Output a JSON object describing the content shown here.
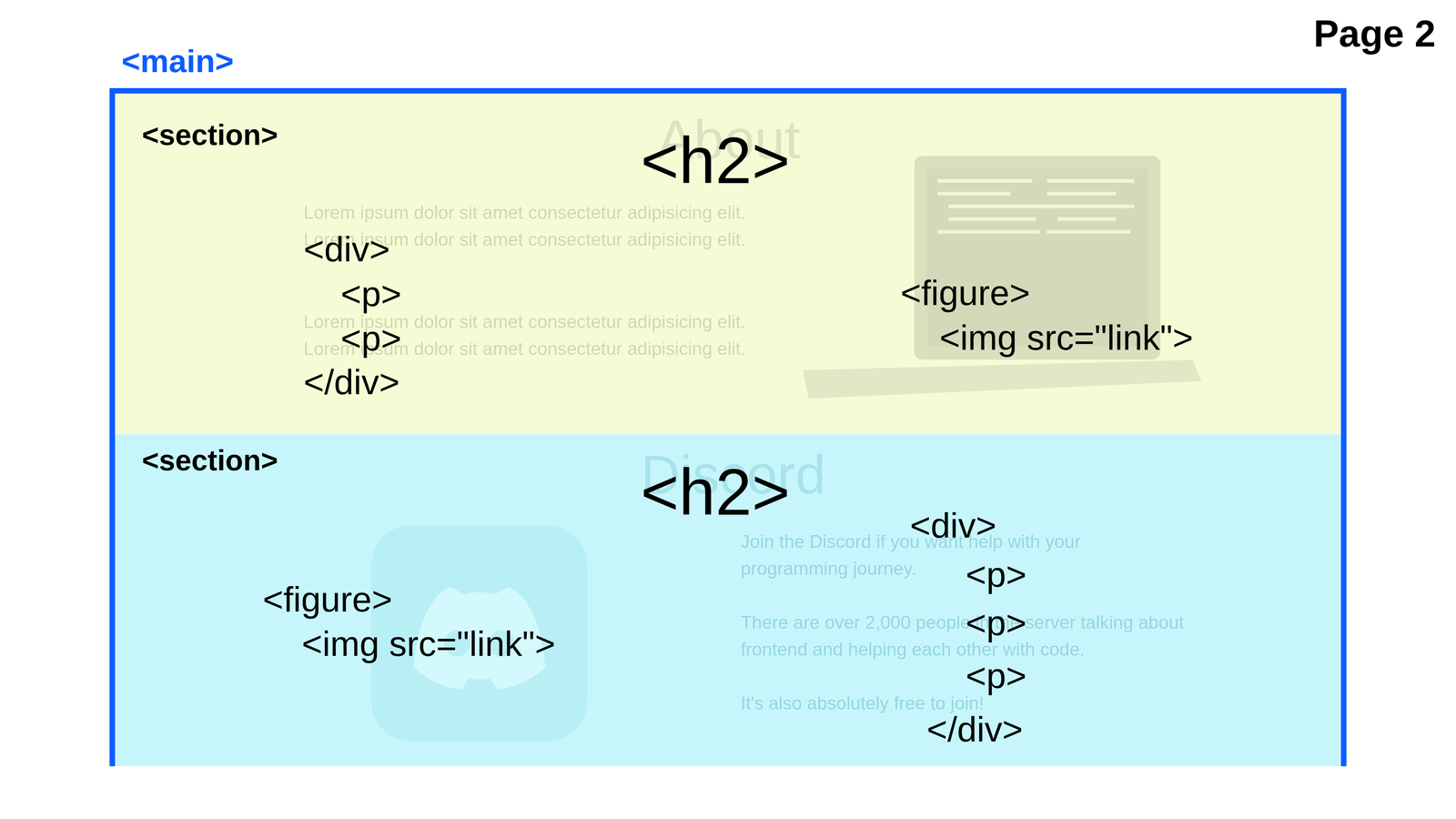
{
  "diagram": {
    "nodes": [
      {
        "text": [
          "<main>"
        ]
      },
      {
        "text": [
          "<section>",
          "About",
          "<h2>",
          "Lorem ipsum dolor sit amet consectetur adipisicing elit. Lorem ipsum dolor sit amet consectetur adipisicing elit.",
          "Lorem ipsum dolor sit amet consectetur adipisicing elit. Lorem ipsum dolor sit amet consectetur adipisicing elit.",
          "<div>",
          "<p>",
          "<p>",
          "</div>",
          "<figure>",
          "<img src=\"link\">"
        ],
        "in": 0
      },
      {
        "text": [
          "<section>",
          "Discord",
          "<h2>",
          "<figure>",
          "<img src=\"link\">",
          "Join the Discord if you want help with your programming journey.",
          "There are over 2,000 people in the server talking about frontend and helping each other with code.",
          "It's also absolutely free to join!",
          "<div>",
          "<p>",
          "<p>",
          "<p>",
          "</div>"
        ],
        "in": 0
      }
    ],
    "labels": [
      "Page 2"
    ]
  }
}
